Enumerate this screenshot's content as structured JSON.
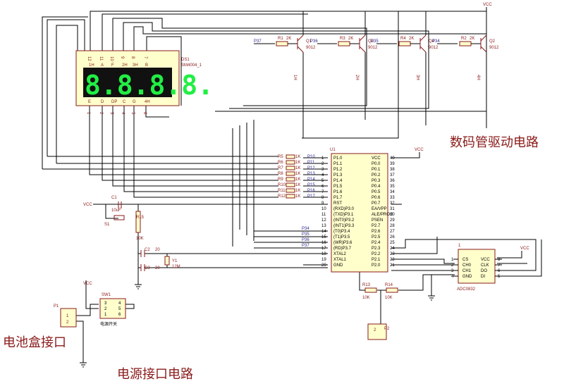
{
  "captions": {
    "drive": "数码管驱动电路",
    "battery": "电池盒接口",
    "power": "电源接口电路"
  },
  "display": {
    "ref": "DS1",
    "part": "SM4004_1",
    "top_pins": [
      "12",
      "11",
      "10",
      "9",
      "8",
      "7"
    ],
    "bottom_pins": [
      "1",
      "2",
      "3",
      "4",
      "5",
      "6"
    ],
    "top_seg": [
      "1H",
      "A",
      "F",
      "2H",
      "3H",
      "B"
    ],
    "bottom_seg": [
      "E",
      "D",
      "DP",
      "C",
      "G",
      "4H"
    ],
    "digits": "8.8.8.8."
  },
  "transistors": [
    {
      "ref": "Q1",
      "part": "9012",
      "r": "R1",
      "rv": "2K",
      "net": "P37",
      "sel": "1H"
    },
    {
      "ref": "Q3",
      "part": "9012",
      "r": "R3",
      "rv": "2K",
      "net": "P36",
      "sel": "2H"
    },
    {
      "ref": "Q4",
      "part": "9012",
      "r": "R4",
      "rv": "2K",
      "net": "P35",
      "sel": "3H"
    },
    {
      "ref": "Q2",
      "part": "9012",
      "r": "R2",
      "rv": "2K",
      "net": "P34",
      "sel": "4H"
    }
  ],
  "vcc": "VCC",
  "mcu": {
    "ref": "U1",
    "left_pins": [
      "1",
      "2",
      "3",
      "4",
      "5",
      "6",
      "7",
      "8",
      "9",
      "10",
      "11",
      "12",
      "13",
      "14",
      "15",
      "16",
      "17",
      "18",
      "19",
      "20"
    ],
    "left_names": [
      "P1.0",
      "P1.1",
      "P1.2",
      "P1.3",
      "P1.4",
      "P1.5",
      "P1.6",
      "P1.7",
      "RST",
      "(RXD)P3.0",
      "(TXD)P3.1",
      "(INT0)P3.2",
      "(INT1)P3.3",
      "(T0)P3.4",
      "(T1)P3.5",
      "(WR)P3.6",
      "(RD)P3.7",
      "XTAL2",
      "XTAL1",
      "GND"
    ],
    "right_pins": [
      "40",
      "39",
      "38",
      "37",
      "36",
      "35",
      "34",
      "33",
      "32",
      "31",
      "30",
      "29",
      "28",
      "27",
      "26",
      "25",
      "24",
      "23",
      "22",
      "21"
    ],
    "right_names": [
      "VCC",
      "P0.0",
      "P0.1",
      "P0.2",
      "P0.3",
      "P0.4",
      "P0.5",
      "P0.6",
      "P0.7",
      "EA/VPP",
      "ALE/PROG",
      "PSEN",
      "P2.7",
      "P2.6",
      "P2.5",
      "P2.4",
      "P2.3",
      "P2.2",
      "P2.1",
      "P2.0"
    ]
  },
  "seg_resistors": [
    {
      "ref": "R5",
      "v": "1K",
      "net": "P10"
    },
    {
      "ref": "R6",
      "v": "1K",
      "net": "P11"
    },
    {
      "ref": "R7",
      "v": "1K",
      "net": "P12"
    },
    {
      "ref": "R8",
      "v": "1K",
      "net": "P13"
    },
    {
      "ref": "R9",
      "v": "1K",
      "net": "P14"
    },
    {
      "ref": "R10",
      "v": "1K",
      "net": "P15"
    },
    {
      "ref": "R11",
      "v": "1K",
      "net": "P16"
    },
    {
      "ref": "R12",
      "v": "1K",
      "net": "P17"
    }
  ],
  "p3_nets": [
    "P34",
    "P35",
    "P36",
    "P37"
  ],
  "reset": {
    "c1": "C1",
    "c1v": "10uF",
    "s1": "S1",
    "r": "R15",
    "rv": "10K"
  },
  "xtal": {
    "c2": "C2",
    "c2v": "20",
    "c3": "C3",
    "c3v": "20",
    "y": "Y1",
    "yv": "12M"
  },
  "adc": {
    "ref": "ADC0832",
    "pin_top": "1",
    "left_pins": [
      "1",
      "2",
      "3",
      "4"
    ],
    "left_names": [
      "CS",
      "CH0",
      "CH1",
      "GND"
    ],
    "right_pins": [
      "8",
      "7",
      "6",
      "5"
    ],
    "right_names": [
      "VCC",
      "CLK",
      "DO",
      "DI"
    ]
  },
  "divider": {
    "r13": "R13",
    "r13v": "10K",
    "r14": "R14",
    "r14v": "10K",
    "p": "P2",
    "pin": "2"
  },
  "battery": {
    "ref": "P1",
    "pins": [
      "1",
      "2"
    ]
  },
  "switch": {
    "ref": "SW1",
    "pins_l": [
      "3",
      "2",
      "1"
    ],
    "pins_r": [
      "4",
      "5",
      "6"
    ],
    "label": "电源开关"
  }
}
